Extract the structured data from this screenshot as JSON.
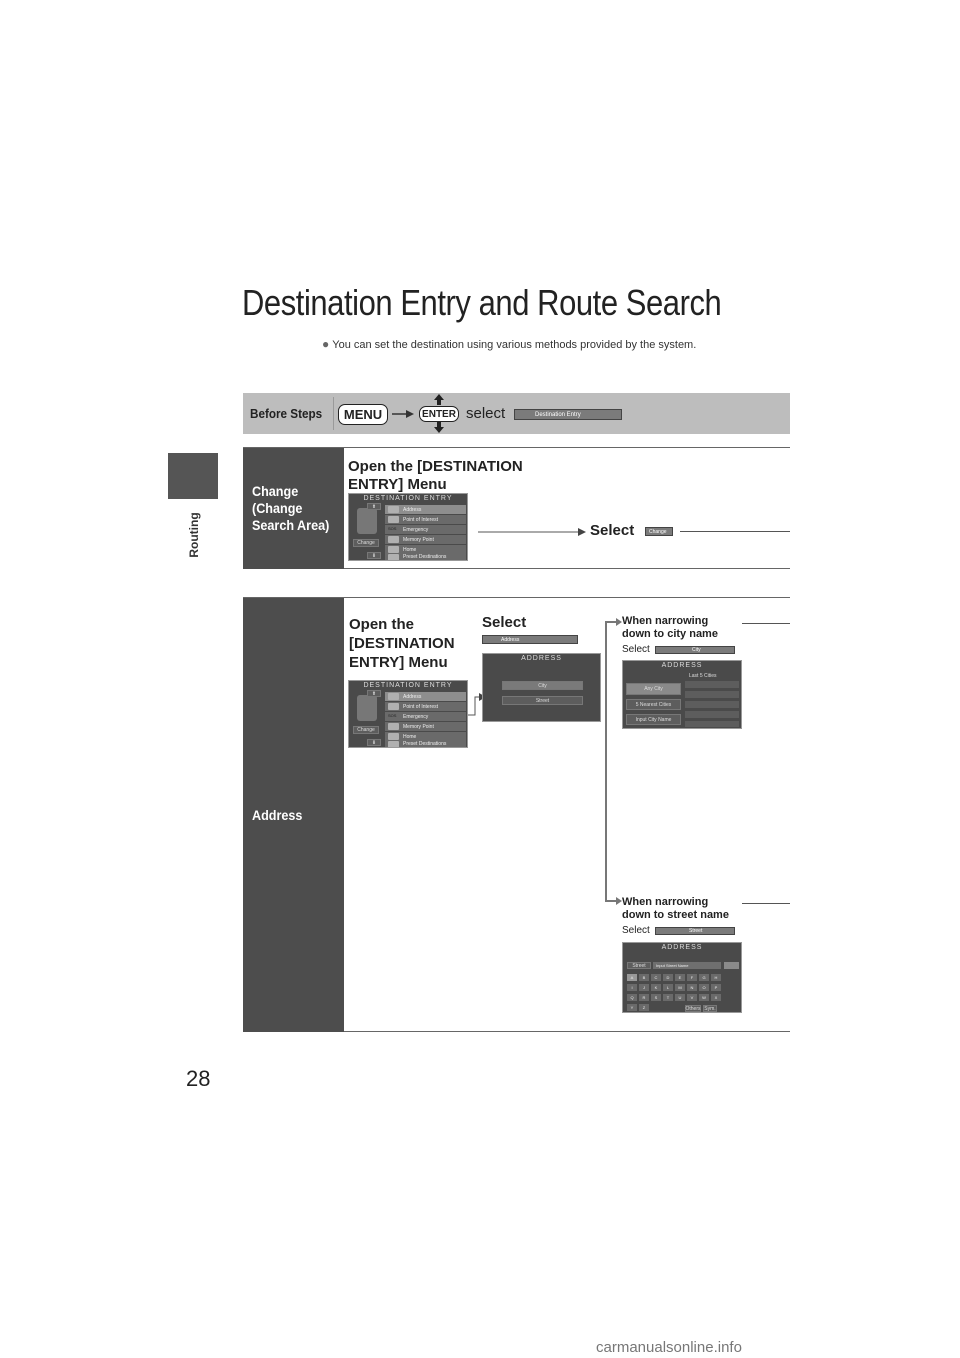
{
  "side_tab": {
    "label": "Routing"
  },
  "page": {
    "title": "Destination Entry and Route Search",
    "subtitle": "You can set the destination using various methods provided by the system.",
    "number": "28"
  },
  "before_steps": {
    "label": "Before Steps",
    "menu_key": "MENU",
    "enter_key": "ENTER",
    "select_word": "select",
    "chip_label": "Destination Entry"
  },
  "change_section": {
    "label": "Change\n(Change\nSearch Area)",
    "heading": "Open the [DESTINATION\nENTRY] Menu",
    "select_word": "Select",
    "chip_label": "Change"
  },
  "dest_screen": {
    "title": "DESTINATION ENTRY",
    "items": [
      "Address",
      "Point of Interest",
      "Emergency",
      "Memory Point",
      "Home",
      "Preset Destinations"
    ],
    "change_button": "Change",
    "emergency_icon": "SOS"
  },
  "address_section": {
    "label": "Address",
    "heading": "Open the\n[DESTINATION\nENTRY] Menu",
    "select_word": "Select",
    "chip_label": "Address",
    "address_screen": {
      "title": "ADDRESS",
      "city_button": "City",
      "street_button": "Street"
    },
    "city_branch": {
      "note": "When narrowing\ndown to city name",
      "select_word": "Select",
      "chip_label": "City",
      "screen": {
        "title": "ADDRESS",
        "last_cities": "Last 5 Cities",
        "any_city": "Any City",
        "nearest": "5 Nearest Cities",
        "input_city": "Input City Name"
      }
    },
    "street_branch": {
      "note": "When narrowing\ndown to street name",
      "select_word": "Select",
      "chip_label": "Street",
      "screen": {
        "title": "ADDRESS",
        "field_label": "Street",
        "field_value": "Input Street Name",
        "keys": [
          "A",
          "B",
          "C",
          "D",
          "E",
          "F",
          "G",
          "H",
          "I",
          "J",
          "K",
          "L",
          "M",
          "N",
          "O",
          "P",
          "Q",
          "R",
          "S",
          "T",
          "U",
          "V",
          "W",
          "X",
          "Y",
          "Z"
        ],
        "others": "Others",
        "sym": "Sym."
      }
    }
  },
  "watermark": "carmanualsonline.info"
}
